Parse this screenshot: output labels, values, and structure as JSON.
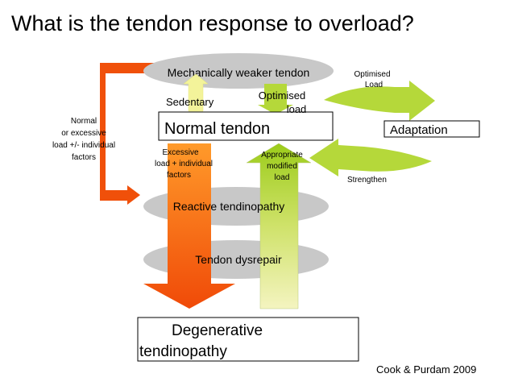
{
  "title": "What is the tendon response to overload?",
  "nodes": {
    "weaker": "Mechanically weaker tendon",
    "normal": "Normal tendon",
    "reactive": "Reactive tendinopathy",
    "dysrepair": "Tendon dysrepair",
    "degenerative_line1": "Degenerative",
    "degenerative_line2": "tendinopathy",
    "adaptation": "Adaptation"
  },
  "labels": {
    "normal_load": [
      "Normal",
      "or excessive",
      "load +/- individual",
      "factors"
    ],
    "sedentary": "Sedentary",
    "optimised_load_center": [
      "Optimised",
      "load"
    ],
    "optimised_load_right": [
      "Optimised",
      "Load"
    ],
    "excessive_load": [
      "Excessive",
      "load + individual",
      "factors"
    ],
    "appropriate_load": [
      "Appropriate",
      "modified",
      "load"
    ],
    "strengthen": "Strengthen"
  },
  "citation": "Cook & Purdam 2009",
  "colors": {
    "ellipse_fill": "#c8c8c8",
    "orange_arrow": "#f0500a",
    "orange_gradient_top": "#ff9a2a",
    "green_arrow": "#9ccc1a",
    "green_arrow_pale": "#eeefb0",
    "yellow_arrow": "#f3f39a",
    "text": "#000000"
  }
}
